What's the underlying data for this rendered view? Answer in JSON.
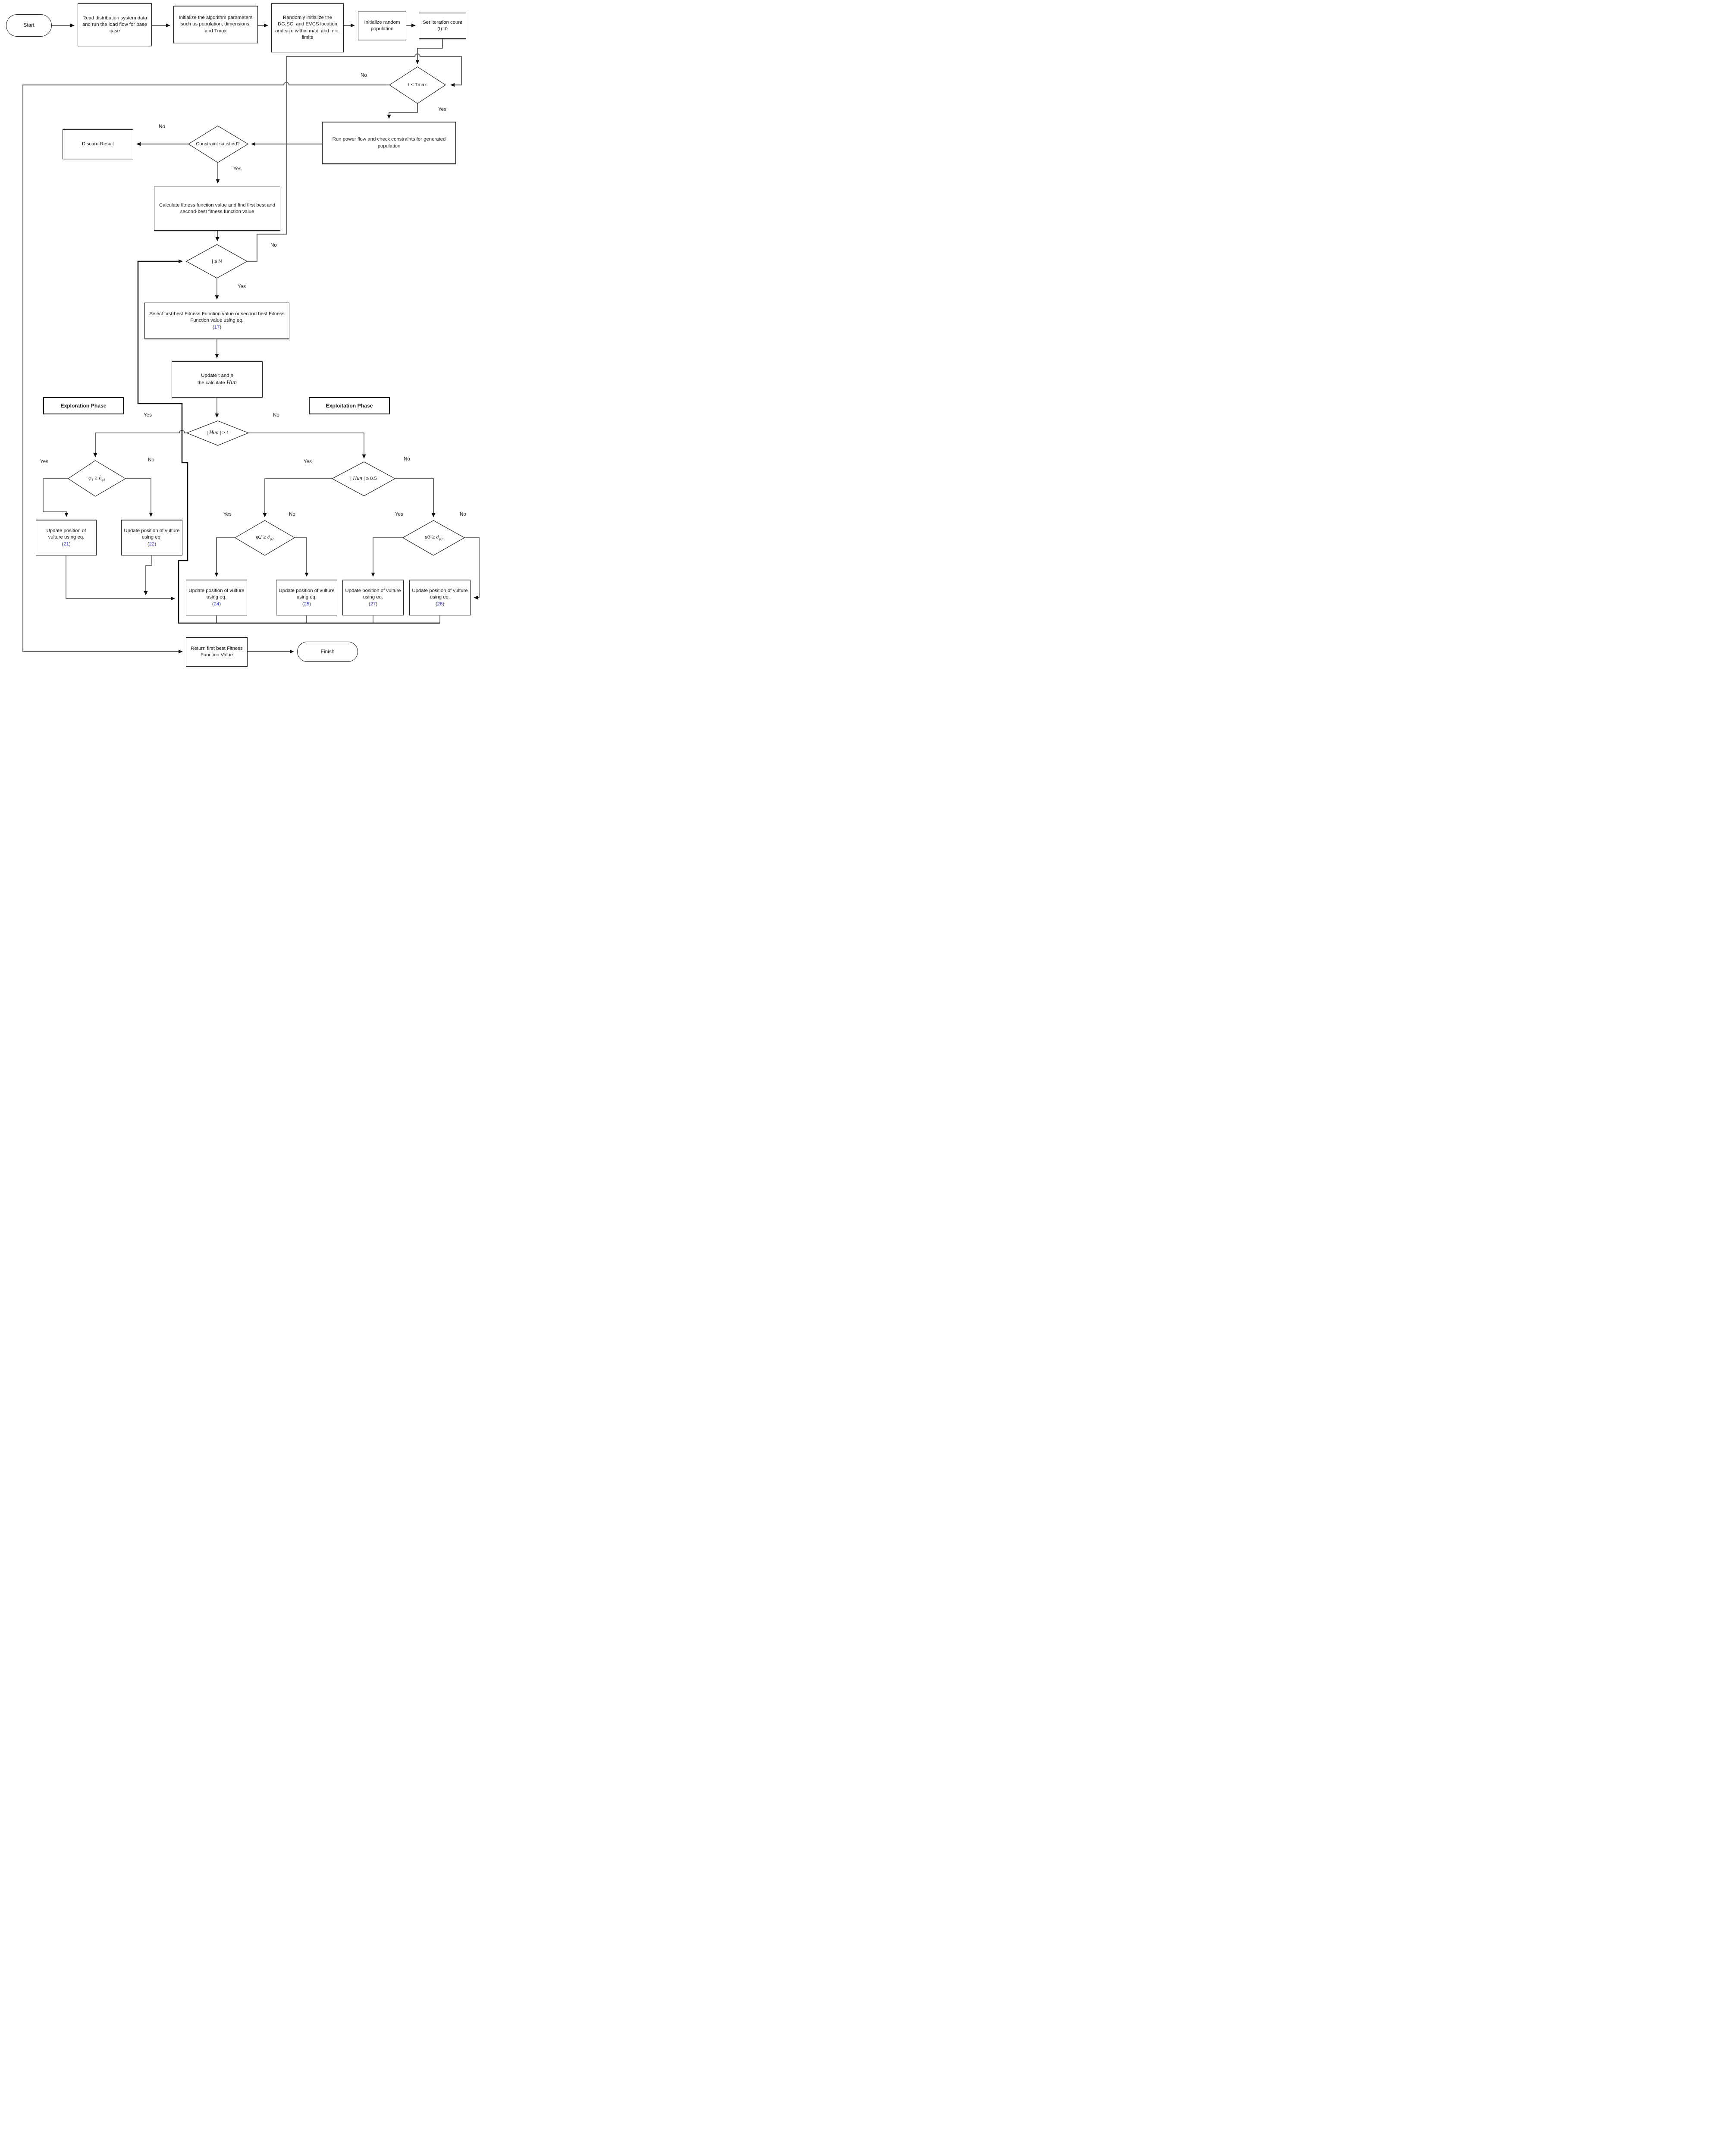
{
  "labels": {
    "yes": "Yes",
    "no": "No",
    "paren_open": "(",
    "paren_close": ")"
  },
  "colors": {
    "equation_link": "#3333cc",
    "line": "#4a4a4a",
    "text": "#1b1b1b"
  },
  "nodes": {
    "start": {
      "label": "Start"
    },
    "read_data": {
      "label": "Read distribution system data and run the load flow for base case"
    },
    "init_params": {
      "label": "Initialize the algorithm parameters such as population, dimensions, and Tmax"
    },
    "random_init": {
      "label": "Randomly initialize the DG,SC, and EVCS location and size within max. and  min. limits"
    },
    "init_population": {
      "label": "Initialize random population"
    },
    "set_iteration": {
      "label": "Set iteration count (t)=0"
    },
    "t_le_tmax": {
      "label": "t ≤ Tmax"
    },
    "run_power_flow": {
      "label": "Run power flow and check constraints for generated population"
    },
    "constraint_satisfied": {
      "label": "Constraint satisfied?"
    },
    "discard_result": {
      "label": "Discard Result"
    },
    "calc_fitness": {
      "label": "Calculate fitness function value and find first best and second-best fitness function value"
    },
    "j_le_n": {
      "label": "j ≤ N"
    },
    "select_fitness": {
      "text": "Select first-best Fitness Function value or second best Fitness Function value using eq.",
      "eq": "17"
    },
    "update_t_rho": {
      "line1_pre": "Update t and  ",
      "line1_math": "ρ",
      "line2_pre": "the calculate ",
      "line2_math": "Hun"
    },
    "exploration_phase": {
      "label": "Exploration Phase"
    },
    "exploitation_phase": {
      "label": "Exploitation Phase"
    },
    "hun_ge_1": {
      "pre": "| ",
      "math": "Hun",
      "post": " | ≥ 1"
    },
    "hun_ge_05": {
      "pre": "| ",
      "math": "Hun",
      "post": " | ≥ 0.5"
    },
    "phi1": {
      "lhs": "φ",
      "lhs_sub": "1",
      "op": " ≥ ",
      "rhs": "∂",
      "rhs_sub": "φ1"
    },
    "phi2": {
      "lhs": "φ2",
      "lhs_sub": "",
      "op": " ≥ ",
      "rhs": "∂",
      "rhs_sub": "φ2"
    },
    "phi3": {
      "lhs": "φ3",
      "lhs_sub": "",
      "op": " ≥ ",
      "rhs": "∂",
      "rhs_sub": "φ3"
    },
    "update_eq21": {
      "text": "Update position of vulture using eq.",
      "eq": "21"
    },
    "update_eq22": {
      "text": "Update position of vulture using eq.",
      "eq": "22"
    },
    "update_eq24": {
      "text": "Update position of vulture using eq.",
      "eq": "24"
    },
    "update_eq25": {
      "text": "Update position of vulture using eq.",
      "eq": "25"
    },
    "update_eq27": {
      "text": "Update position of vulture using eq.",
      "eq": "27"
    },
    "update_eq28": {
      "text": "Update position of vulture using eq.",
      "eq": "28"
    },
    "return_best": {
      "label": "Return first best Fitness Function Value"
    },
    "finish": {
      "label": "Finish"
    }
  }
}
